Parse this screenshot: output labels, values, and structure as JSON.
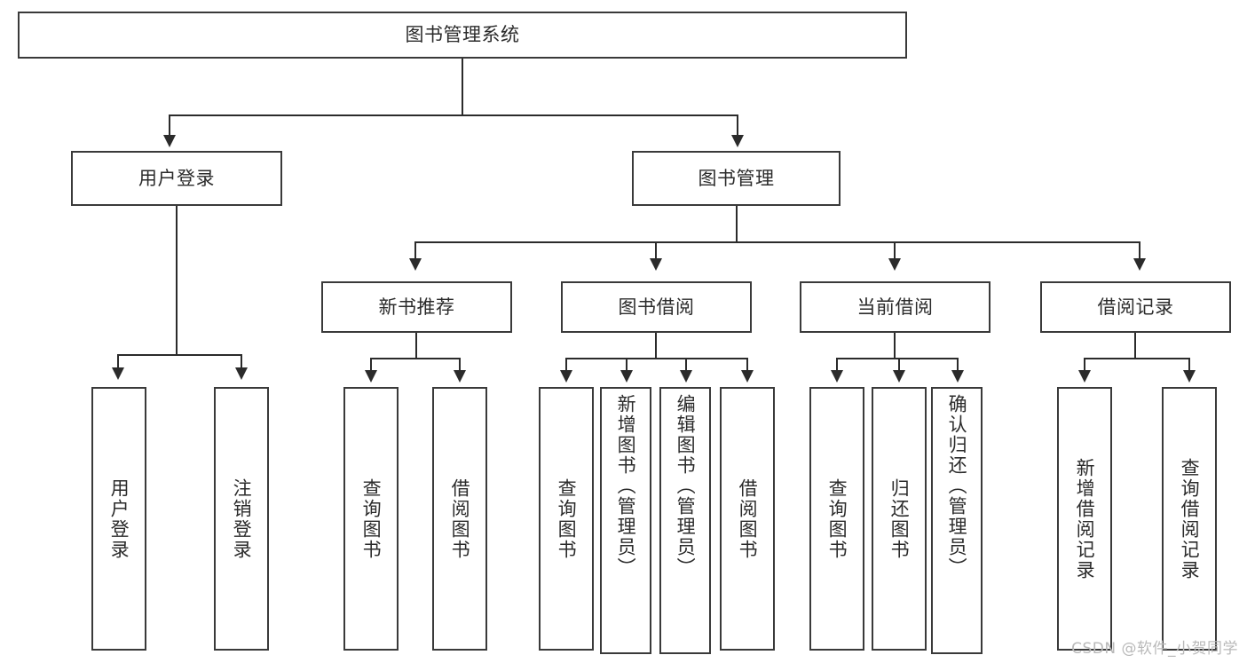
{
  "diagram": {
    "title": "图书管理系统",
    "type": "tree-hierarchy",
    "watermark": "CSDN @软件_小贺同学",
    "colors": {
      "stroke": "#2b2b2b",
      "box_border": "#3a3a3a",
      "background": "#ffffff",
      "text": "#2b2b2b",
      "watermark": "#b9b9b9"
    },
    "root": {
      "label": "图书管理系统"
    },
    "level2": [
      {
        "label": "用户登录"
      },
      {
        "label": "图书管理"
      }
    ],
    "level3": [
      {
        "label": "新书推荐"
      },
      {
        "label": "图书借阅"
      },
      {
        "label": "当前借阅"
      },
      {
        "label": "借阅记录"
      }
    ],
    "leaves": {
      "user_login": [
        {
          "label": "用户登录"
        },
        {
          "label": "注销登录"
        }
      ],
      "new_book_rec": [
        {
          "label": "查询图书"
        },
        {
          "label": "借阅图书"
        }
      ],
      "book_borrow": [
        {
          "label": "查询图书"
        },
        {
          "label": "新增图书（管理员）"
        },
        {
          "label": "编辑图书（管理员）"
        },
        {
          "label": "借阅图书"
        }
      ],
      "current_borrow": [
        {
          "label": "查询图书"
        },
        {
          "label": "归还图书"
        },
        {
          "label": "确认归还（管理员）"
        }
      ],
      "borrow_record": [
        {
          "label": "新增借阅记录"
        },
        {
          "label": "查询借阅记录"
        }
      ]
    }
  }
}
